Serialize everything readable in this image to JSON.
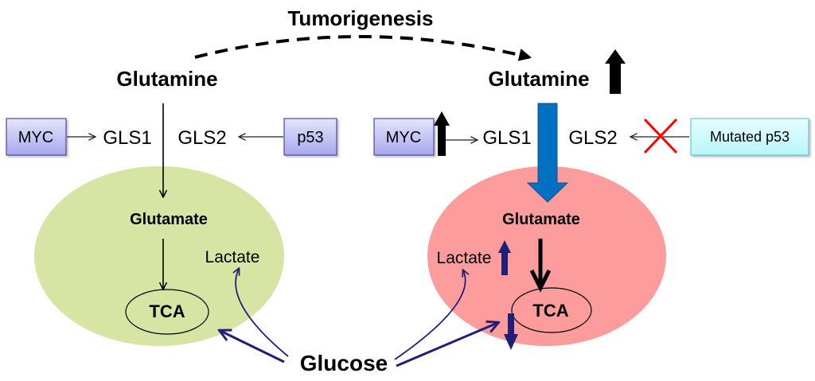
{
  "title": "Tumorigenesis",
  "normal": {
    "glutamine": "Glutamine",
    "gls1": "GLS1",
    "gls2": "GLS2",
    "myc": "MYC",
    "p53": "p53",
    "glutamate": "Glutamate",
    "lactate": "Lactate",
    "tca": "TCA",
    "cell_color": "#d6e4a4"
  },
  "tumor": {
    "glutamine": "Glutamine",
    "gls1": "GLS1",
    "gls2": "GLS2",
    "myc": "MYC",
    "p53": "Mutated p53",
    "glutamate": "Glutamate",
    "lactate": "Lactate",
    "tca": "TCA",
    "cell_color": "#fc9c9c"
  },
  "glucose": "Glucose",
  "colors": {
    "myc_box": "#b8b8f0",
    "mutated_p53_box": "#c8fafc",
    "flux_arrow": "#0070c0",
    "glucose_arrow": "#1f1f7a",
    "inhibit_cross": "#ff0000"
  }
}
